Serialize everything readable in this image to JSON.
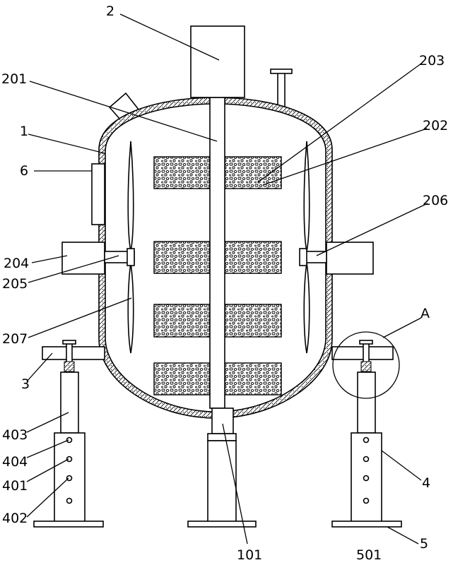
{
  "labels": {
    "motor": "2",
    "shaft": "201",
    "paddle": "203",
    "paddle_block": "202",
    "tank": "1",
    "side_box": "6",
    "scraper_mount": "206",
    "motor_side": "204",
    "bracket": "205",
    "blade": "207",
    "detail": "A",
    "support_plate": "3",
    "column": "403",
    "hole": "404",
    "sleeve": "401",
    "pin": "402",
    "leg": "4",
    "base": "5",
    "base_plate": "501",
    "outlet": "101"
  }
}
